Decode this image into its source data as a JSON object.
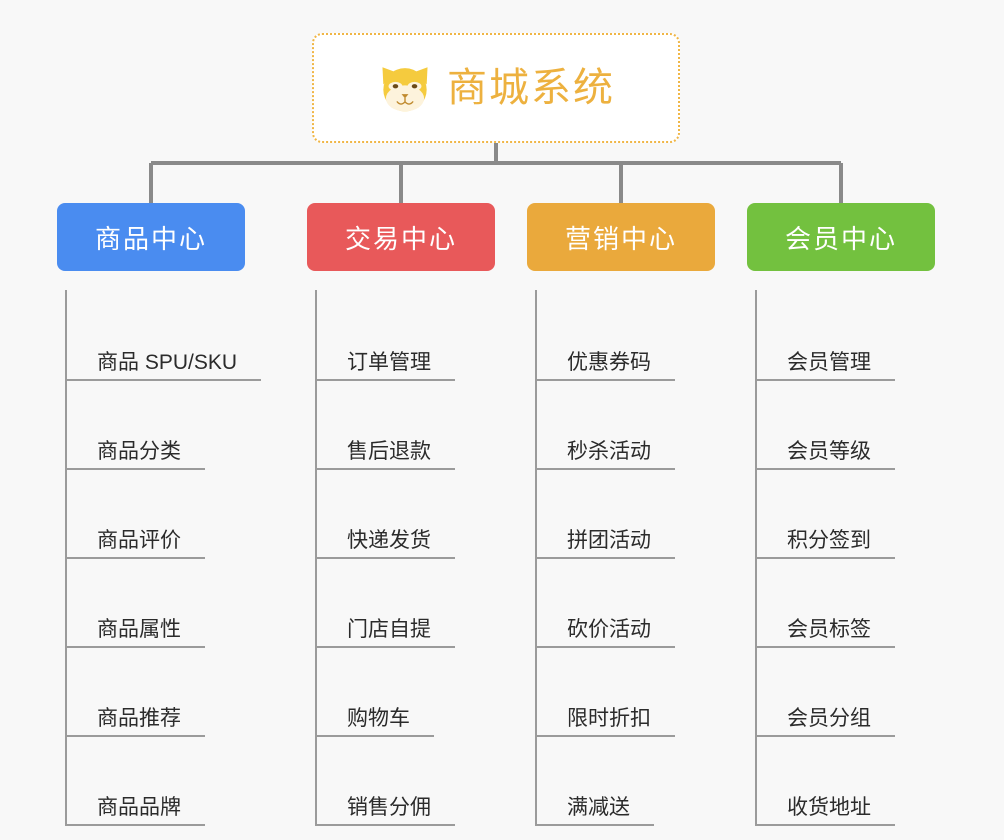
{
  "diagram": {
    "type": "org-tree",
    "background_color": "#f8f8f8",
    "root": {
      "title": "商城系统",
      "icon": "shiba-dog-face-icon",
      "text_color": "#edb13f",
      "border_color": "#f0b646"
    },
    "branches": [
      {
        "label": "商品中心",
        "color": "#4a8cf0",
        "items": [
          "商品 SPU/SKU",
          "商品分类",
          "商品评价",
          "商品属性",
          "商品推荐",
          "商品品牌"
        ]
      },
      {
        "label": "交易中心",
        "color": "#e8595a",
        "items": [
          "订单管理",
          "售后退款",
          "快递发货",
          "门店自提",
          "购物车",
          "销售分佣"
        ]
      },
      {
        "label": "营销中心",
        "color": "#eaa93c",
        "items": [
          "优惠券码",
          "秒杀活动",
          "拼团活动",
          "砍价活动",
          "限时折扣",
          "满减送"
        ]
      },
      {
        "label": "会员中心",
        "color": "#73c13f",
        "items": [
          "会员管理",
          "会员等级",
          "积分签到",
          "会员标签",
          "会员分组",
          "收货地址"
        ]
      }
    ],
    "connector_color": "#8a8a8a"
  }
}
